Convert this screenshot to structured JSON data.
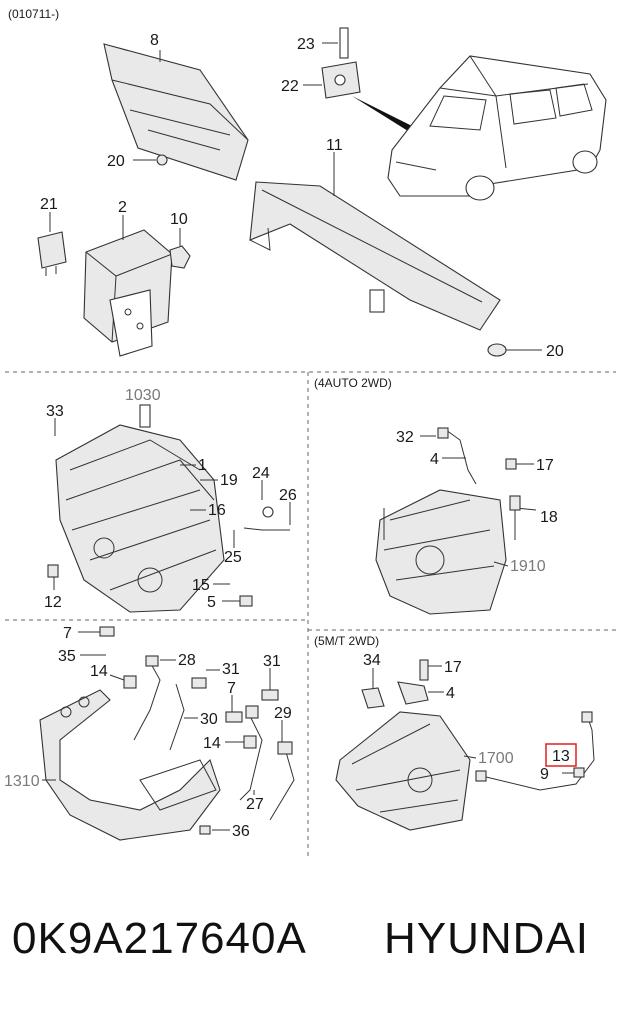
{
  "header": {
    "code": "(010711-)"
  },
  "sections": {
    "auto": "(4AUTO 2WD)",
    "manual": "(5M/T 2WD)"
  },
  "labels": {
    "l8": "8",
    "l23": "23",
    "l22": "22",
    "l20a": "20",
    "l11": "11",
    "l21": "21",
    "l2": "2",
    "l10": "10",
    "l20b": "20",
    "l1030": "1030",
    "l33": "33",
    "l1": "1",
    "l19": "19",
    "l24": "24",
    "l16": "16",
    "l26": "26",
    "l25": "25",
    "l15": "15",
    "l5": "5",
    "l12": "12",
    "l7a": "7",
    "l35": "35",
    "l14a": "14",
    "l28": "28",
    "l31a": "31",
    "l31b": "31",
    "l7b": "7",
    "l30": "30",
    "l29": "29",
    "l14b": "14",
    "l27": "27",
    "l36": "36",
    "l1310": "1310",
    "l32": "32",
    "l4a": "4",
    "l17a": "17",
    "l18": "18",
    "l1910": "1910",
    "l34": "34",
    "l17b": "17",
    "l4b": "4",
    "l1700": "1700",
    "l13": "13",
    "l9": "9"
  },
  "footer": {
    "part_number": "0K9A217640A",
    "brand": "HYUNDAI"
  },
  "colors": {
    "highlight": "#e02020",
    "ink": "#222222"
  }
}
